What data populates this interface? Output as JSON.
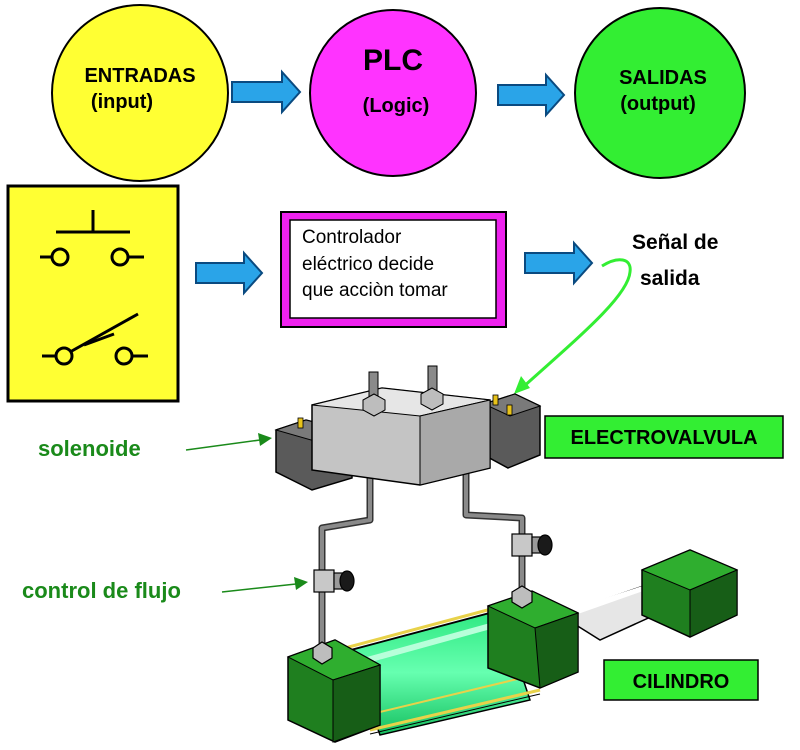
{
  "flow": {
    "inputs": {
      "line1": "ENTRADAS",
      "line2": "(input)"
    },
    "plc": {
      "line1": "PLC",
      "line2": "(Logic)"
    },
    "outputs": {
      "line1": "SALIDAS",
      "line2": "(output)"
    }
  },
  "controller": {
    "line1": "Controlador",
    "line2": "eléctrico decide",
    "line3": "que acciòn tomar"
  },
  "signal": {
    "line1": "Señal de",
    "line2": "salida"
  },
  "labels": {
    "solenoid": "solenoide",
    "flow_control": "control de flujo",
    "valve": "ELECTROVALVULA",
    "cylinder": "CILINDRO"
  },
  "colors": {
    "input_circle": "#ffff33",
    "plc_circle": "#ff33ff",
    "output_circle": "#33ee33",
    "arrow": "#2aa4e8",
    "signal_wire": "#33ee33",
    "label_green_text": "#1a8a1a",
    "label_box": "#33ee33"
  }
}
